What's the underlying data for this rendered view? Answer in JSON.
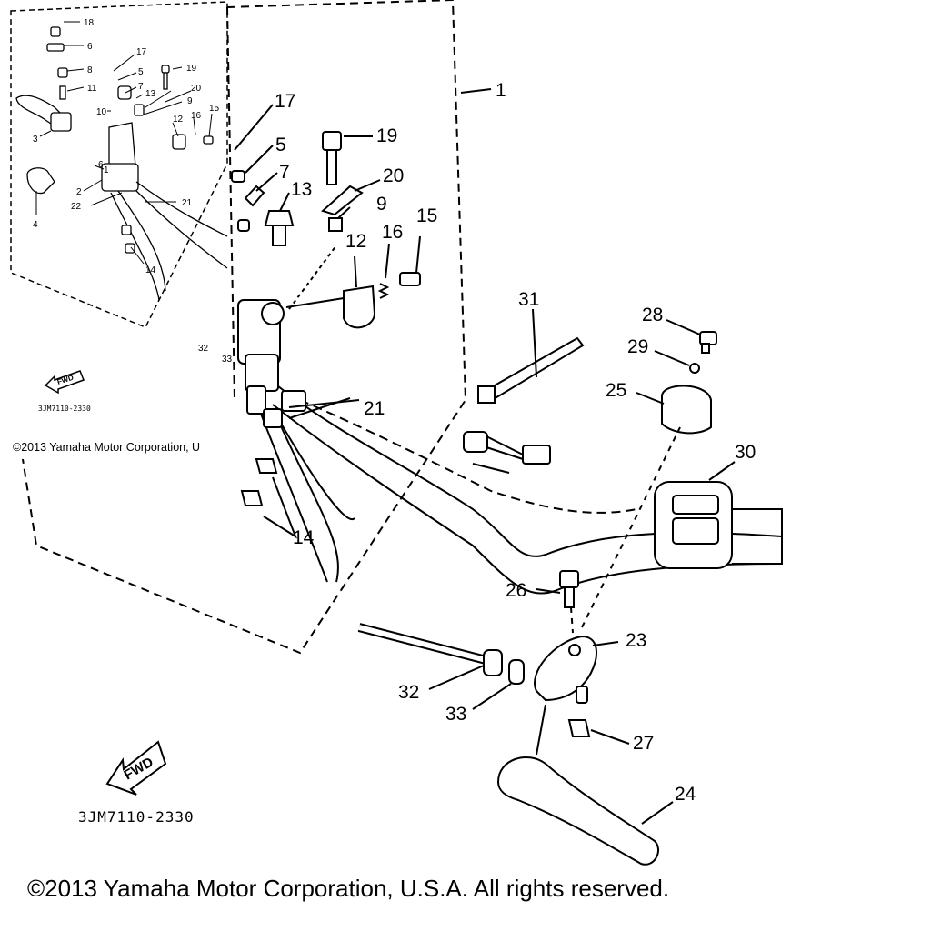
{
  "parts": {
    "main": [
      {
        "id": "p1",
        "label": "1"
      },
      {
        "id": "p17",
        "label": "17"
      },
      {
        "id": "p5",
        "label": "5"
      },
      {
        "id": "p19",
        "label": "19"
      },
      {
        "id": "p7",
        "label": "7"
      },
      {
        "id": "p20",
        "label": "20"
      },
      {
        "id": "p13",
        "label": "13"
      },
      {
        "id": "p9",
        "label": "9"
      },
      {
        "id": "p15",
        "label": "15"
      },
      {
        "id": "p16",
        "label": "16"
      },
      {
        "id": "p12",
        "label": "12"
      },
      {
        "id": "p31",
        "label": "31"
      },
      {
        "id": "p28",
        "label": "28"
      },
      {
        "id": "p29",
        "label": "29"
      },
      {
        "id": "p25",
        "label": "25"
      },
      {
        "id": "p21",
        "label": "21"
      },
      {
        "id": "p32a",
        "label": "32"
      },
      {
        "id": "p33a",
        "label": "33"
      },
      {
        "id": "p30",
        "label": "30"
      },
      {
        "id": "p14",
        "label": "14"
      },
      {
        "id": "p26",
        "label": "26"
      },
      {
        "id": "p23",
        "label": "23"
      },
      {
        "id": "p32",
        "label": "32"
      },
      {
        "id": "p33",
        "label": "33"
      },
      {
        "id": "p27",
        "label": "27"
      },
      {
        "id": "p24",
        "label": "24"
      }
    ],
    "inset": [
      {
        "id": "i18",
        "label": "18"
      },
      {
        "id": "i6",
        "label": "6"
      },
      {
        "id": "i17",
        "label": "17"
      },
      {
        "id": "i8",
        "label": "8"
      },
      {
        "id": "i5",
        "label": "5"
      },
      {
        "id": "i19",
        "label": "19"
      },
      {
        "id": "i11",
        "label": "11"
      },
      {
        "id": "i7",
        "label": "7"
      },
      {
        "id": "i20",
        "label": "20"
      },
      {
        "id": "i13",
        "label": "13"
      },
      {
        "id": "i10",
        "label": "10"
      },
      {
        "id": "i9",
        "label": "9"
      },
      {
        "id": "i12",
        "label": "12"
      },
      {
        "id": "i16",
        "label": "16"
      },
      {
        "id": "i15",
        "label": "15"
      },
      {
        "id": "i3",
        "label": "3"
      },
      {
        "id": "i6b",
        "label": "6"
      },
      {
        "id": "i1",
        "label": "1"
      },
      {
        "id": "i2",
        "label": "2"
      },
      {
        "id": "i21",
        "label": "21"
      },
      {
        "id": "i22",
        "label": "22"
      },
      {
        "id": "i4",
        "label": "4"
      },
      {
        "id": "i14",
        "label": "14"
      }
    ]
  },
  "fwd_label": "FWD",
  "diagram_code": "3JM7110-2330",
  "inset_code": "3JM7110-2330",
  "inset_copyright": "©2013 Yamaha Motor Corporation, U",
  "copyright": "©2013 Yamaha Motor Corporation, U.S.A. All rights reserved."
}
